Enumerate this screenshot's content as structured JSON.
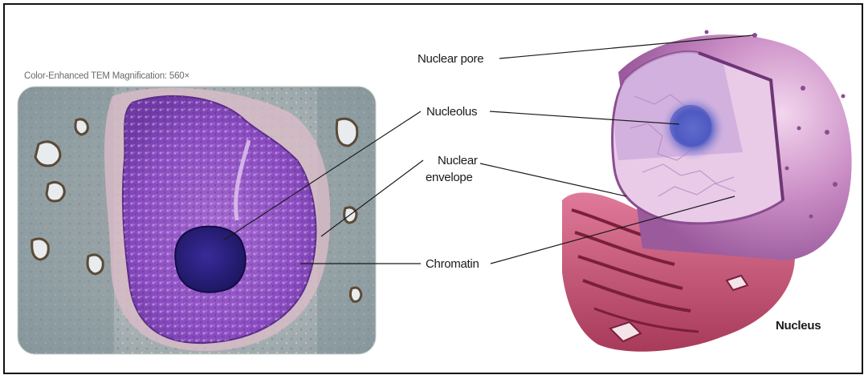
{
  "micrograph": {
    "caption": "Color-Enhanced TEM Magnification: 560×"
  },
  "labels": {
    "nuclear_pore": "Nuclear pore",
    "nucleolus": "Nucleolus",
    "nuclear_envelope_line1": "Nuclear",
    "nuclear_envelope_line2": "envelope",
    "chromatin": "Chromatin"
  },
  "title": "Nucleus"
}
